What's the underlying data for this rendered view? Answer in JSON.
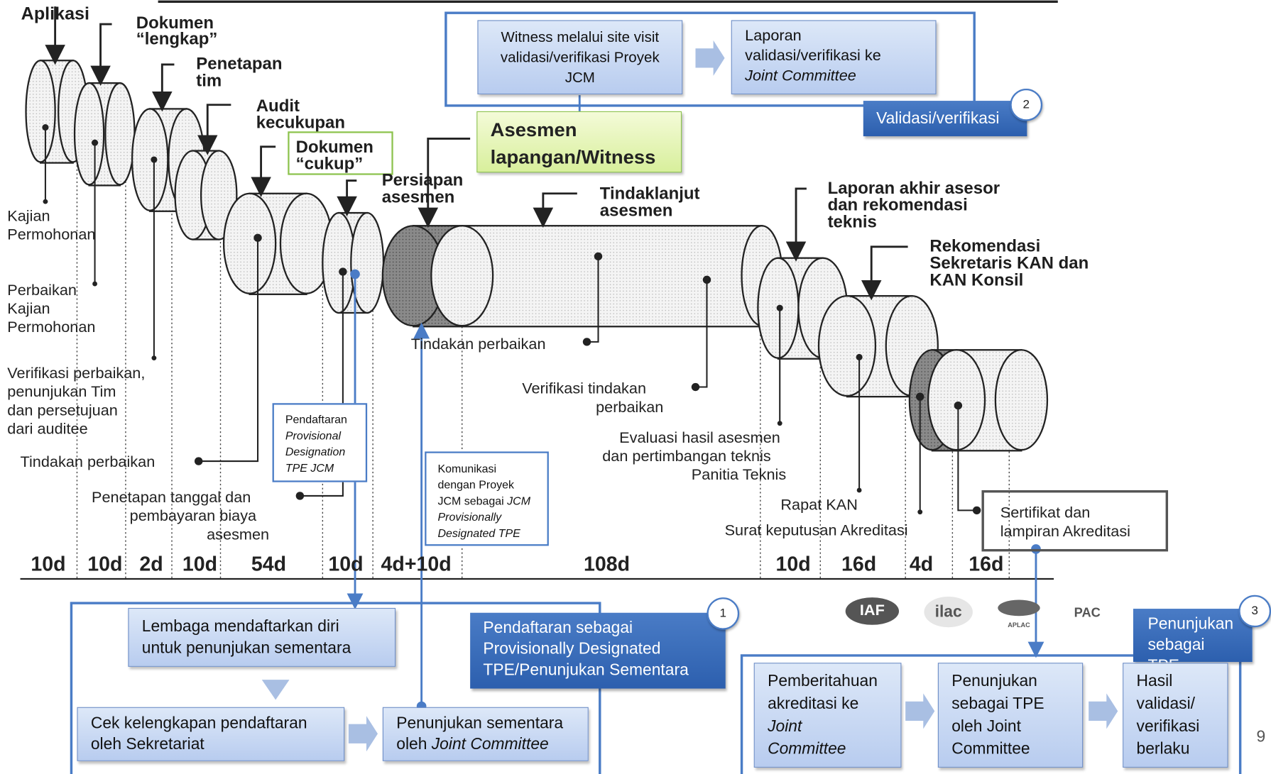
{
  "top_labels": {
    "aplikasi": "Aplikasi",
    "dokumen_lengkap_1": "Dokumen",
    "dokumen_lengkap_2": "“lengkap”",
    "penetapan_tim_1": "Penetapan",
    "penetapan_tim_2": "tim",
    "audit_1": "Audit",
    "audit_2": "kecukupan",
    "dokumen_cukup_1": "Dokumen",
    "dokumen_cukup_2": "“cukup”",
    "persiapan_1": "Persiapan",
    "persiapan_2": "asesmen",
    "tindaklanjut_1": "Tindaklanjut",
    "tindaklanjut_2": "asesmen",
    "laporan_akhir_1": "Laporan akhir asesor",
    "laporan_akhir_2": "dan rekomendasi",
    "laporan_akhir_3": "teknis",
    "rekomendasi_1": "Rekomendasi",
    "rekomendasi_2": "Sekretaris KAN dan",
    "rekomendasi_3": "KAN Konsil"
  },
  "asesmen_box": {
    "line1": "Asesmen",
    "line2": "lapangan/Witness"
  },
  "validasi_panel": {
    "witness": "Witness melalui site visit validasi/verifikasi Proyek JCM",
    "laporan_1": "Laporan",
    "laporan_2": "validasi/verifikasi ke",
    "laporan_3": "Joint Committee",
    "tag": "Validasi/verifikasi",
    "badge": "2"
  },
  "left_labels": {
    "kajian_1": "Kajian",
    "kajian_2": "Permohonan",
    "perbaikan_1": "Perbaikan",
    "perbaikan_2": "Kajian",
    "perbaikan_3": "Permohonan",
    "verifikasi_1": "Verifikasi perbaikan,",
    "verifikasi_2": "penunjukan Tim",
    "verifikasi_3": "dan persetujuan",
    "verifikasi_4": "dari auditee",
    "tindakan_perbaikan": "Tindakan perbaikan",
    "penetapan_1": "Penetapan tanggal dan",
    "penetapan_2": "pembayaran biaya",
    "penetapan_3": "asesmen"
  },
  "mid_labels": {
    "tindakan_perbaikan": "Tindakan perbaikan",
    "verifikasi_1": "Verifikasi  tindakan",
    "verifikasi_2": "perbaikan",
    "evaluasi_1": "Evaluasi hasil asesmen",
    "evaluasi_2": "dan pertimbangan teknis",
    "evaluasi_3": "Panitia Teknis",
    "rapat": "Rapat KAN",
    "surat": "Surat keputusan Akreditasi",
    "sertifikat_1": "Sertifikat dan",
    "sertifikat_2": "lampiran Akreditasi"
  },
  "pendaftaran_pd": {
    "line1": "Pendaftaran",
    "line2": "Provisional",
    "line3": "Designation",
    "line4": "TPE JCM"
  },
  "komunikasi": {
    "line1": "Komunikasi",
    "line2": "dengan Proyek",
    "line3": "JCM  sebagai ",
    "line3_it": "JCM",
    "line4": "Provisionally",
    "line5": "Designated TPE"
  },
  "days": [
    "10d",
    "10d",
    "2d",
    "10d",
    "54d",
    "10d",
    "4d+10d",
    "108d",
    "10d",
    "16d",
    "4d",
    "16d"
  ],
  "panel1": {
    "lembaga_1": "Lembaga mendaftarkan diri",
    "lembaga_2": "untuk penunjukan sementara",
    "cek_1": "Cek kelengkapan pendaftaran",
    "cek_2": "oleh Sekretariat",
    "penunjukan_1": "Penunjukan sementara",
    "penunjukan_2": "oleh ",
    "penunjukan_2_it": "Joint Committee",
    "tag_1": "Pendaftaran sebagai",
    "tag_2": "Provisionally Designated",
    "tag_3": "TPE/Penunjukan Sementara",
    "badge": "1"
  },
  "panel3": {
    "pemberitahuan_1": "Pemberitahuan",
    "pemberitahuan_2": "akreditasi ke",
    "pemberitahuan_3": "Joint",
    "pemberitahuan_4": "Committee",
    "penunjukan_1": "Penunjukan",
    "penunjukan_2": "sebagai TPE",
    "penunjukan_3": "oleh Joint",
    "penunjukan_4": "Committee",
    "hasil_1": "Hasil",
    "hasil_2": "validasi/",
    "hasil_3": "verifikasi",
    "hasil_4": "berlaku",
    "tag_1": "Penunjukan",
    "tag_2": "sebagai TPE",
    "badge": "3"
  },
  "logos": {
    "iaf": "IAF",
    "ilac": "ilac",
    "aplac": "APLAC",
    "pac": "PAC"
  },
  "page_number": "9"
}
